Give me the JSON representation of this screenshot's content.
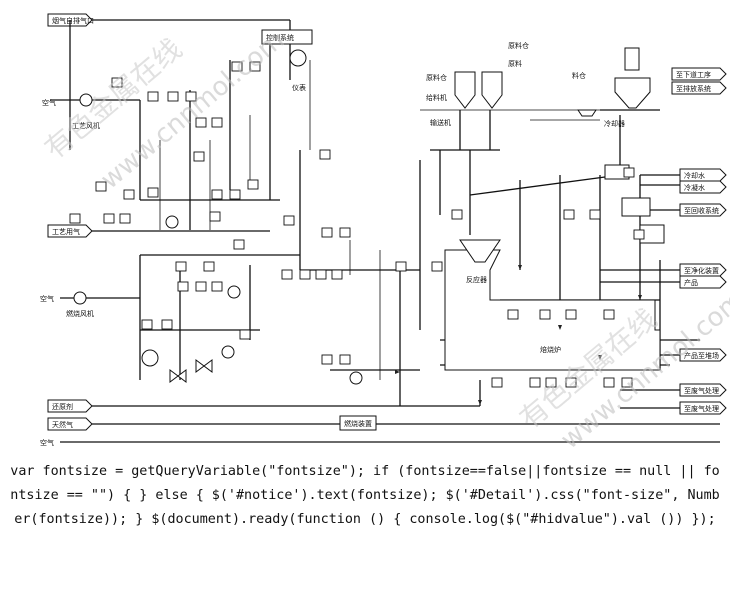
{
  "diagram": {
    "labels": {
      "left_top_line": "烟气自排气口",
      "air_left_1": "空气",
      "blower_1": "工艺风机",
      "process_air": "工艺用气",
      "air_left_2": "空气",
      "blower_2": "燃烧风机",
      "natural_gas": "天然气",
      "air_left_3": "空气",
      "reductant": "还原剂",
      "gas_burner": "燃烧装置",
      "silo_1": "原料仓",
      "silo_2": "原料仓",
      "bin_1": "料仓",
      "feeder": "给料机",
      "conveyor": "输送机",
      "cooler": "冷却器",
      "furnace_label": "焙烧炉",
      "reactor": "反应器",
      "right_out_1": "至下道工序",
      "right_out_2": "至排放系统",
      "right_out_3": "冷却水",
      "right_out_4": "冷凝水",
      "right_out_5": "至回收系统",
      "right_out_6": "至净化装置",
      "right_out_7": "产品",
      "right_out_8": "产品至堆场",
      "right_out_9": "至废气处理",
      "right_out_10": "至废气处理",
      "top_note_1": "控制系统",
      "top_note_2": "仪表",
      "top_note_3": "原料"
    },
    "watermarks": {
      "cn_1": "有色金属在线",
      "en_1": "www.cnnmol.com",
      "cn_2": "有色金属在线",
      "en_2": "www.cnnmol.com"
    }
  },
  "code_text": "var fontsize = getQueryVariable(\"fontsize\"); if (fontsize==false||fontsize == null || fontsize == \"\") { } else { $('#notice').text(fontsize); $('#Detail').css(\"font-size\", Number(fontsize)); } $(document).ready(function () { console.log($(\"#hidvalue\").val ()) });"
}
